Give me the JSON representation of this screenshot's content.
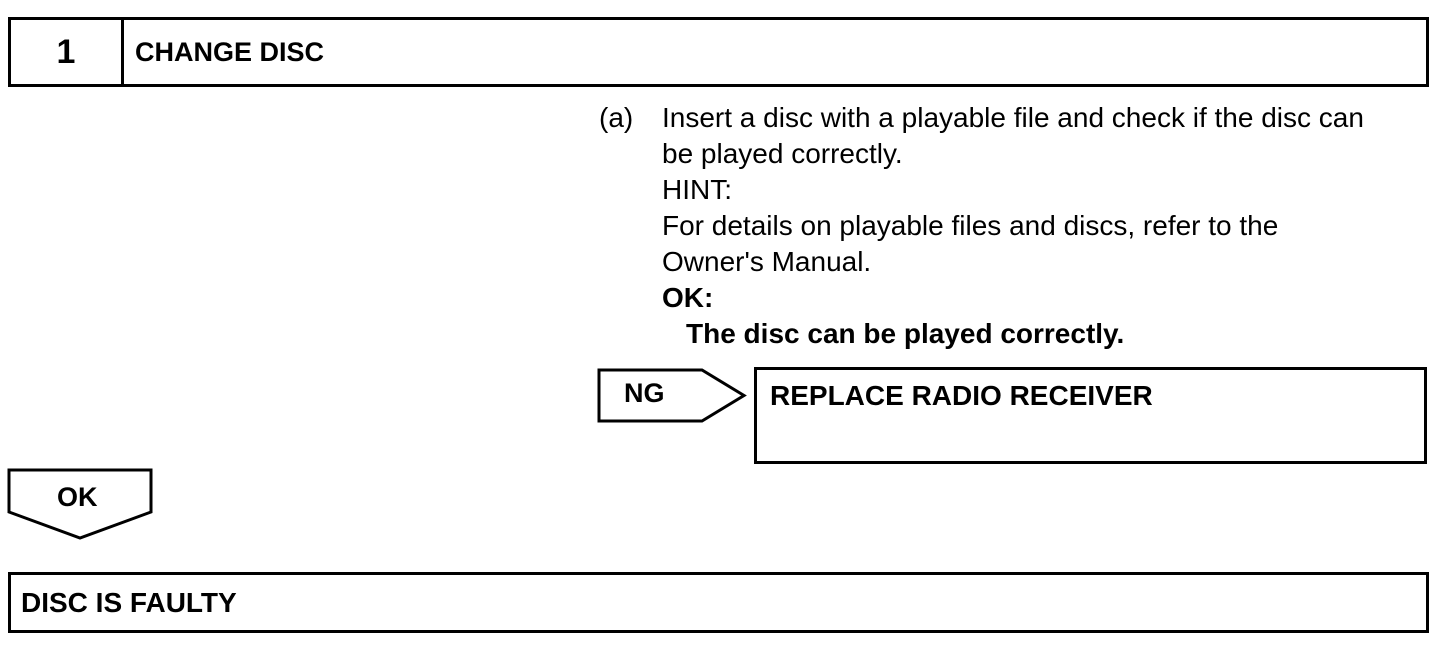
{
  "step": {
    "number": "1",
    "title": "CHANGE DISC"
  },
  "procedure": {
    "marker": "(a)",
    "instruction_line1": "Insert a disc with a playable file and check if the disc can",
    "instruction_line2": "be played correctly.",
    "hint_label": "HINT:",
    "hint_line1": "For details on playable files and discs, refer to the",
    "hint_line2": "Owner's Manual.",
    "ok_label": "OK:",
    "ok_text": "The disc can be played correctly."
  },
  "ng_branch": {
    "label": "NG",
    "action": "REPLACE RADIO RECEIVER"
  },
  "ok_branch": {
    "label": "OK",
    "result": "DISC IS FAULTY"
  }
}
